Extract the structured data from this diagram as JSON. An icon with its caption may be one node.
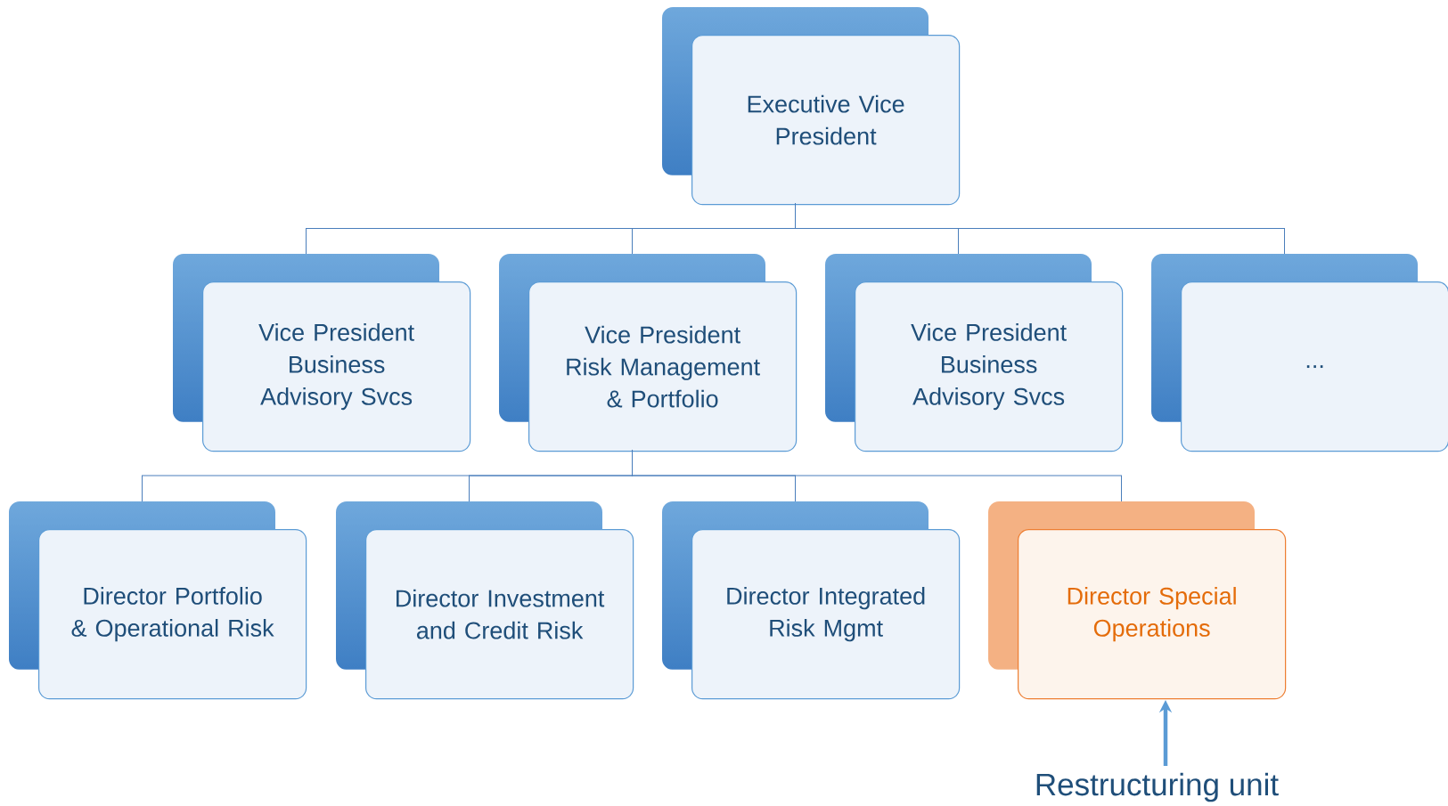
{
  "diagram": {
    "nodes": [
      {
        "text": [
          "Executive Vice President"
        ]
      },
      {
        "text": [
          "Vice President Business Advisory Svcs"
        ]
      },
      {
        "text": [
          "Vice President Risk Management & Portfolio"
        ]
      },
      {
        "text": [
          "Vice President Business Advisory Svcs"
        ]
      },
      {
        "text": [
          "..."
        ]
      },
      {
        "text": [
          "Director Portfolio & Operational Risk"
        ]
      },
      {
        "text": [
          "Director Investment and Credit Risk"
        ]
      },
      {
        "text": [
          "Director Integrated Risk Mgmt"
        ]
      },
      {
        "text": [
          "Director Special Operations"
        ]
      },
      {
        "text": [
          "Restructuring unit"
        ]
      }
    ],
    "edges": [
      {
        "from": 0,
        "to": 1,
        "arrow": "none"
      },
      {
        "from": 0,
        "to": 2,
        "arrow": "none"
      },
      {
        "from": 0,
        "to": 3,
        "arrow": "none"
      },
      {
        "from": 0,
        "to": 4,
        "arrow": "none"
      },
      {
        "from": 2,
        "to": 5,
        "arrow": "none"
      },
      {
        "from": 2,
        "to": 6,
        "arrow": "none"
      },
      {
        "from": 2,
        "to": 7,
        "arrow": "none"
      },
      {
        "from": 2,
        "to": 8,
        "arrow": "none"
      },
      {
        "from": 9,
        "to": 8,
        "arrow": "to",
        "style": "thick",
        "color": "#5b9bd5"
      }
    ]
  }
}
